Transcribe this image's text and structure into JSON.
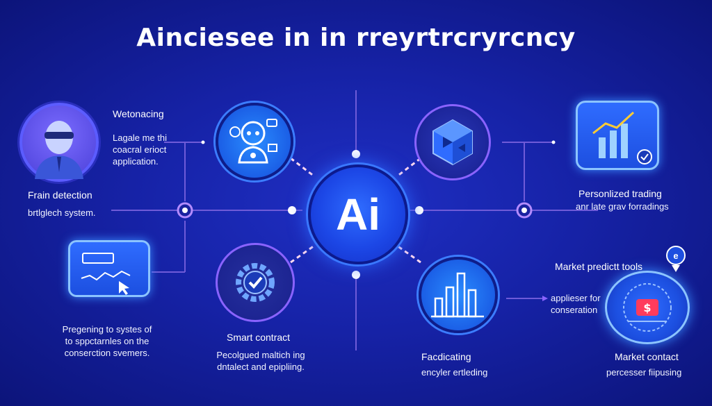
{
  "title": "Ainciesee in in rreyrtrcryrcncy",
  "center": {
    "label": "Ai"
  },
  "left": {
    "heading_top": "Wetonacing",
    "desc_top": [
      "Lagale me thi",
      "coacral erioct",
      "application."
    ],
    "frain_title": "Frain detection",
    "frain_desc": "brtlglech system.",
    "bottom_desc": [
      "Pregening to systes of",
      "to sppctarnles on the",
      "conserction svemers."
    ]
  },
  "middle": {
    "smart_title": "Smart contract",
    "smart_desc": [
      "Pecolgued maltich ing",
      "dntalect and epipliing."
    ],
    "fac_title": "Facdicating",
    "fac_desc": "encyler ertleding"
  },
  "right": {
    "trading_title": "Personlized trading",
    "trading_desc": "anr late grav forradings",
    "market_title": "Market predictt tools",
    "market_desc": [
      "applieser for",
      "conseration"
    ],
    "contact_title": "Market contact",
    "contact_desc": "percesser fiipusing",
    "badge": "e"
  },
  "colors": {
    "accent": "#8a63ff",
    "line": "#6f5bd8",
    "node": "#2f6cff"
  },
  "icons": [
    "person-icon",
    "robot-icon",
    "cube-icon",
    "chart-icon",
    "cursor-card-icon",
    "gear-check-icon",
    "bar-chart-icon",
    "dollar-chip-icon"
  ]
}
